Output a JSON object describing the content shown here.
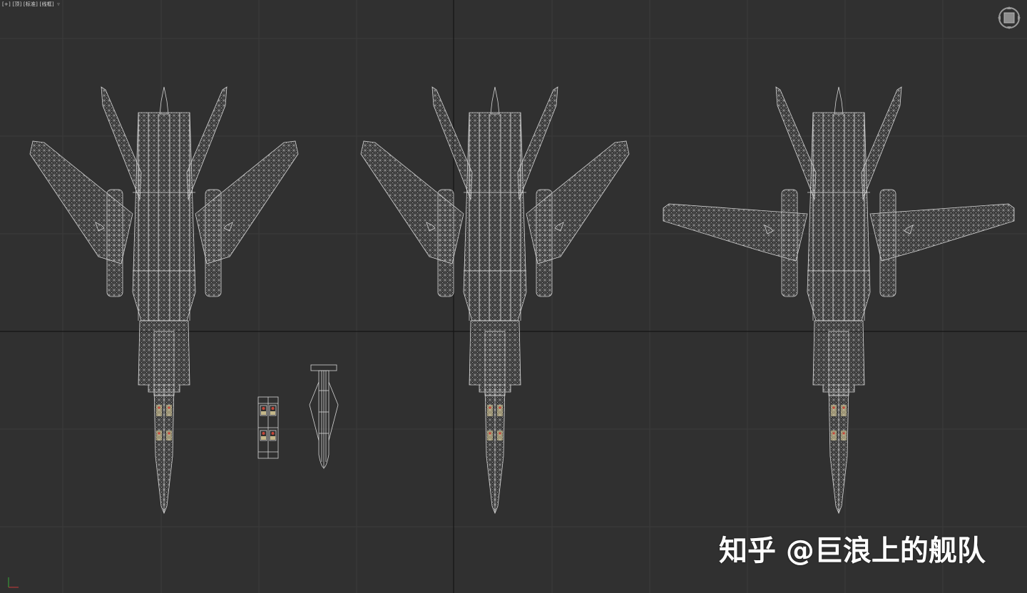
{
  "viewport": {
    "label": "[+] [顶] [标准] [线框]",
    "menu_glyph": "▿",
    "background": "#303030",
    "grid_color": "#3c3c3c",
    "axis_color": "#111111",
    "wire_color": "#dcdcdc"
  },
  "models": [
    {
      "name": "aircraft-wings-swept-left"
    },
    {
      "name": "weapon-pod"
    },
    {
      "name": "missile"
    },
    {
      "name": "aircraft-wings-swept-center"
    },
    {
      "name": "aircraft-wings-extended"
    }
  ],
  "watermark": {
    "text": "知乎 @巨浪上的舰队"
  },
  "icons": {
    "viewcube": "viewcube-icon",
    "axis": "axis-gizmo-icon"
  }
}
